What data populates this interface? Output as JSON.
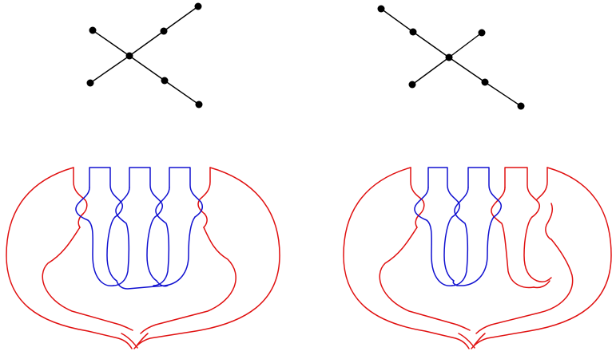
{
  "colors": {
    "background": "#ffffff",
    "graph": "#000000",
    "red_strand": "#e01010",
    "blue_strand": "#1010d0"
  },
  "graphs": [
    {
      "name": "left-tree-graph",
      "node_count": 7,
      "edge_count": 6
    },
    {
      "name": "right-tree-graph",
      "node_count": 7,
      "edge_count": 6
    }
  ],
  "diagrams": [
    {
      "name": "left-knot-diagram",
      "strand_colors": [
        "red",
        "blue"
      ]
    },
    {
      "name": "right-knot-diagram",
      "strand_colors": [
        "red",
        "blue"
      ]
    }
  ]
}
